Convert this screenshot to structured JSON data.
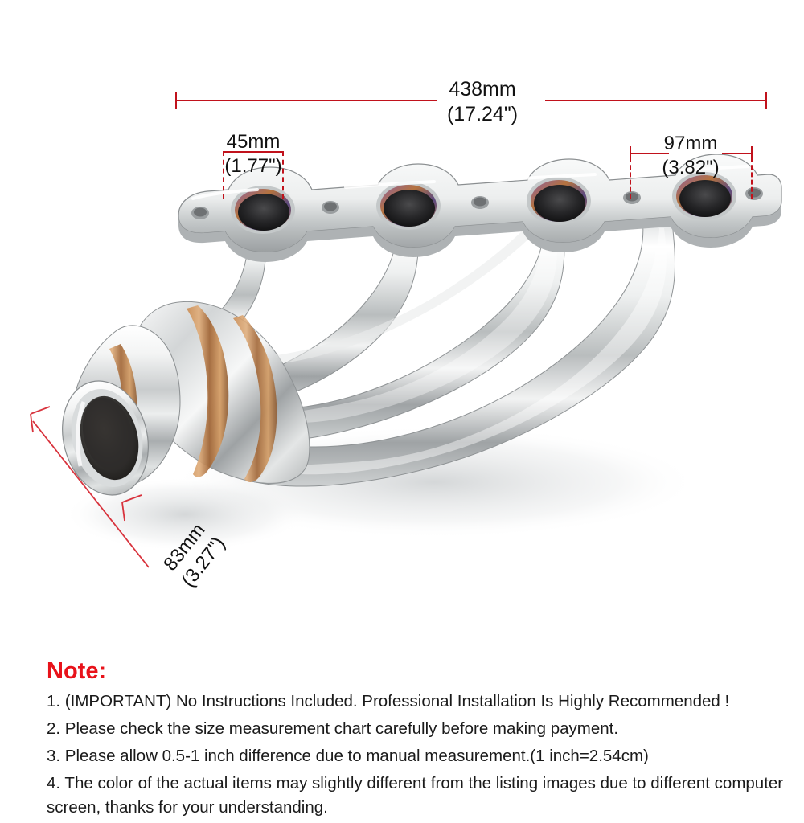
{
  "page": {
    "background_color": "#ffffff",
    "annotation_color": "#c1121c",
    "note_title_color": "#e8121a",
    "text_color": "#1a1a1a"
  },
  "product": {
    "name": "stainless-steel-exhaust-header-manifold",
    "finish": "polished stainless steel",
    "flange_ports": 4,
    "weld_ring_color": "#b3743c",
    "port_bore_color": "#2b2b2b"
  },
  "dimensions": {
    "overall_length": {
      "metric": "438mm",
      "imperial": "(17.24\")"
    },
    "port_diameter": {
      "metric": "45mm",
      "imperial": "(1.77\")"
    },
    "bolt_spacing": {
      "metric": "97mm",
      "imperial": "(3.82\")"
    },
    "outlet_diameter": {
      "metric": "83mm",
      "imperial": "(3.27\")"
    }
  },
  "notes": {
    "title": "Note:",
    "items": [
      "1. (IMPORTANT) No Instructions Included. Professional Installation Is Highly Recommended !",
      "2. Please check the size measurement chart carefully before making payment.",
      "3. Please allow 0.5-1 inch difference due to manual measurement.(1 inch=2.54cm)",
      "4. The color of the actual items may slightly different from the listing images due to different computer screen, thanks for your understanding."
    ]
  }
}
